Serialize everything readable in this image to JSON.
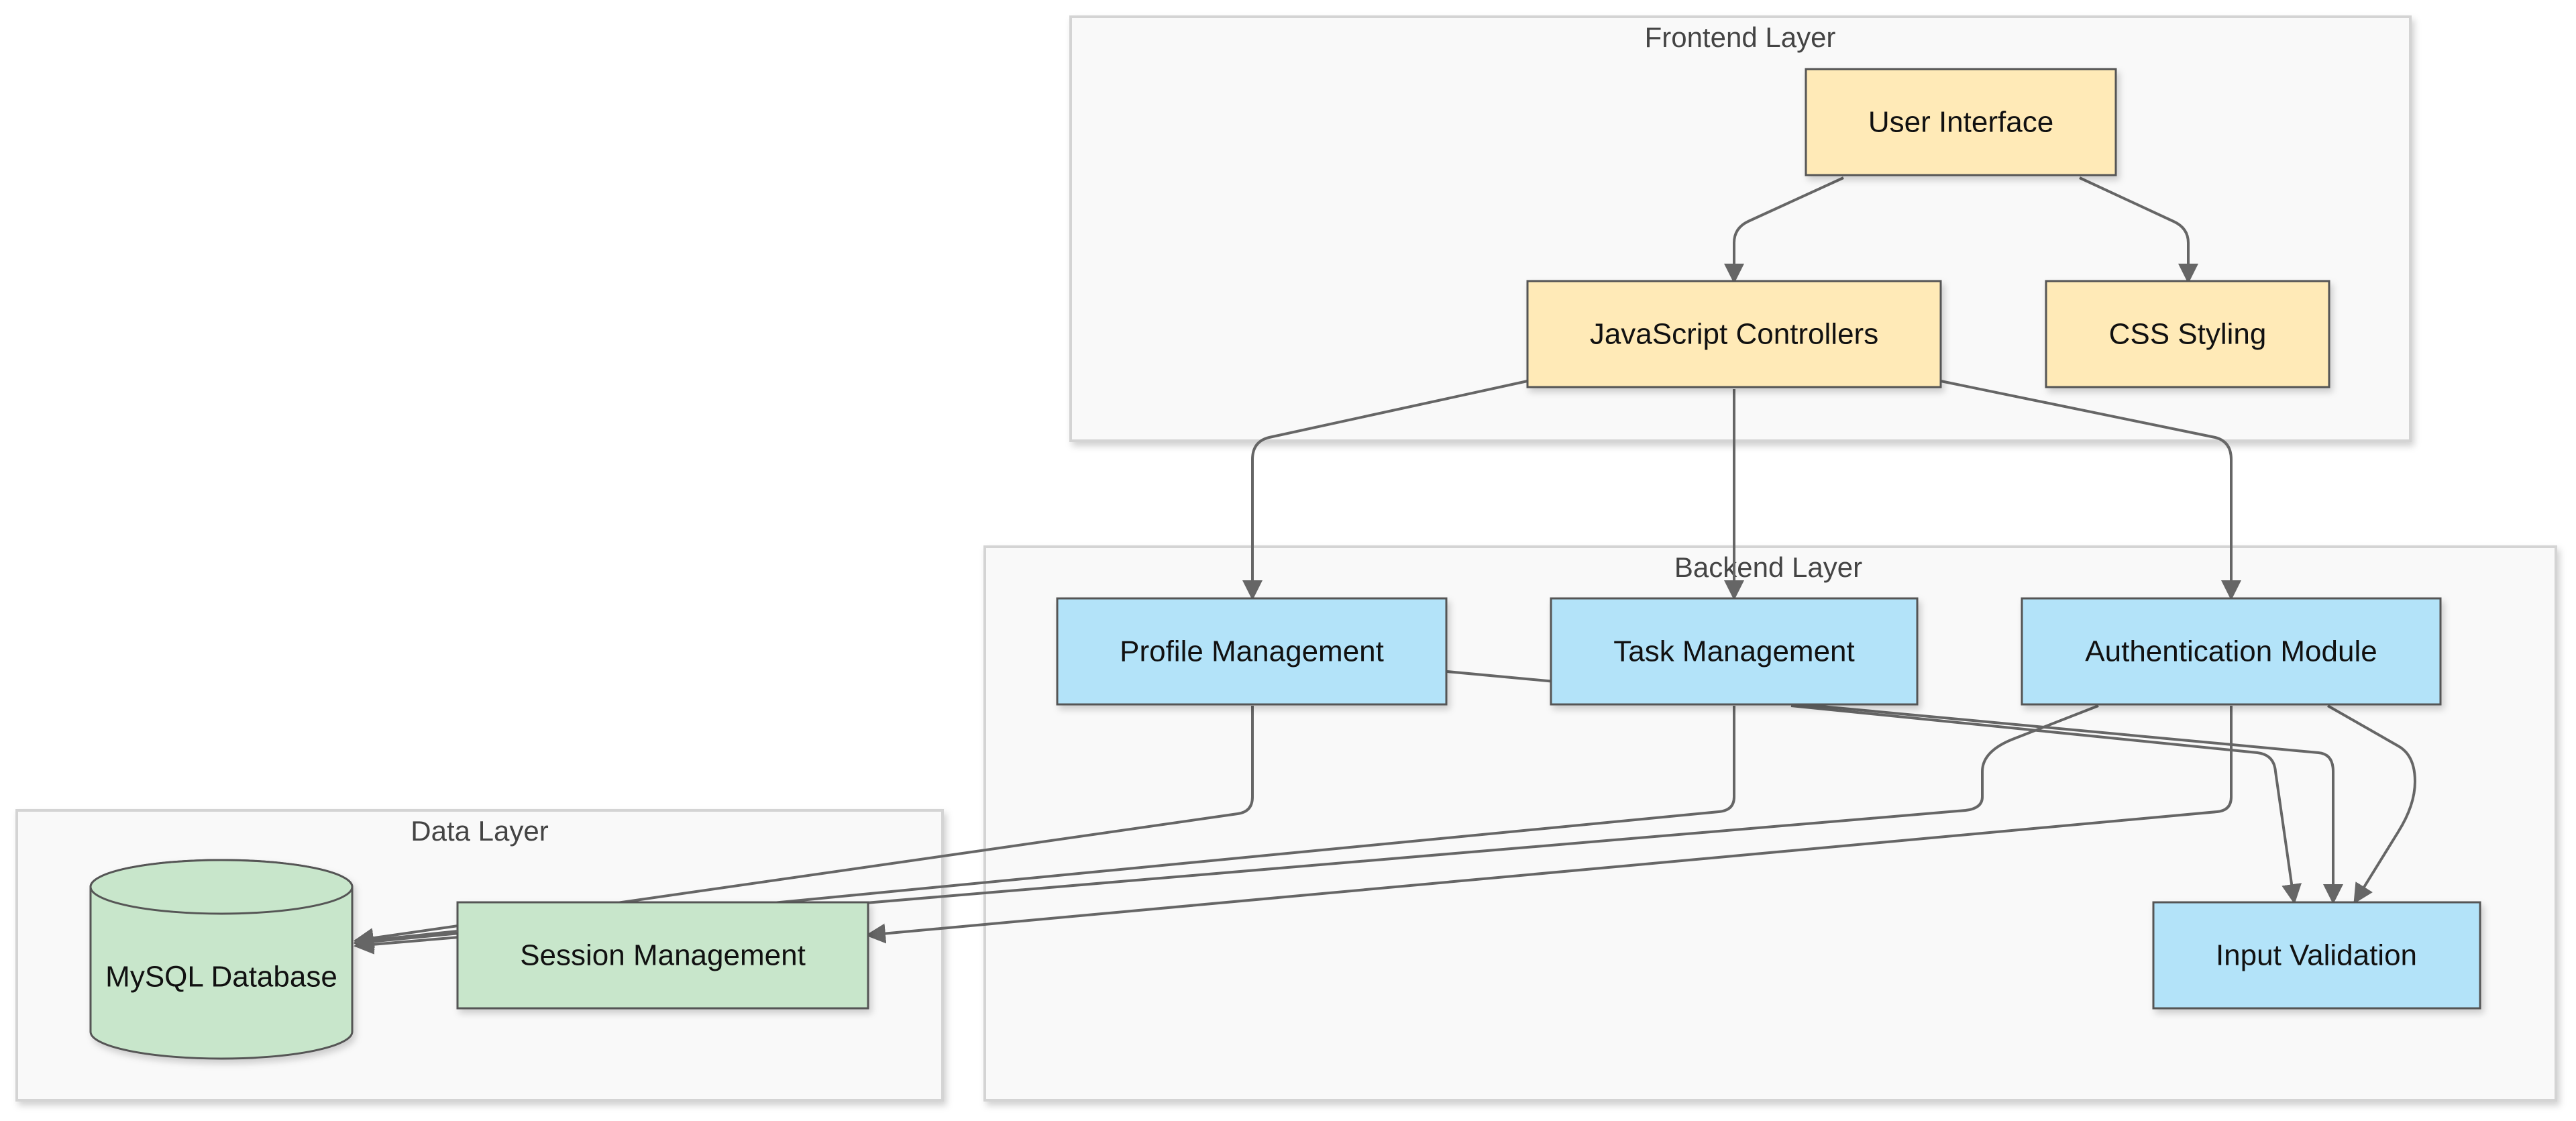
{
  "colors": {
    "frontend_fill": "#ffeab7",
    "backend_fill": "#b3e3f9",
    "data_fill": "#c8e6cb",
    "edge": "#666666",
    "layer_fill": "#f9f9f9",
    "layer_border": "#d4d4d4"
  },
  "layers": {
    "frontend": {
      "title": "Frontend Layer"
    },
    "backend": {
      "title": "Backend Layer"
    },
    "data": {
      "title": "Data Layer"
    }
  },
  "nodes": {
    "user_interface": {
      "label": "User Interface"
    },
    "javascript_controllers": {
      "label": "JavaScript Controllers"
    },
    "css_styling": {
      "label": "CSS Styling"
    },
    "profile_management": {
      "label": "Profile Management"
    },
    "task_management": {
      "label": "Task Management"
    },
    "authentication_module": {
      "label": "Authentication Module"
    },
    "input_validation": {
      "label": "Input Validation"
    },
    "mysql_database": {
      "label": "MySQL Database",
      "shape": "cylinder"
    },
    "session_management": {
      "label": "Session Management"
    }
  },
  "edges": [
    {
      "from": "User Interface",
      "to": "JavaScript Controllers"
    },
    {
      "from": "User Interface",
      "to": "CSS Styling"
    },
    {
      "from": "JavaScript Controllers",
      "to": "Profile Management"
    },
    {
      "from": "JavaScript Controllers",
      "to": "Task Management"
    },
    {
      "from": "JavaScript Controllers",
      "to": "Authentication Module"
    },
    {
      "from": "Profile Management",
      "to": "Input Validation"
    },
    {
      "from": "Task Management",
      "to": "Input Validation"
    },
    {
      "from": "Authentication Module",
      "to": "Input Validation"
    },
    {
      "from": "Profile Management",
      "to": "MySQL Database"
    },
    {
      "from": "Task Management",
      "to": "MySQL Database"
    },
    {
      "from": "Authentication Module",
      "to": "MySQL Database"
    },
    {
      "from": "Authentication Module",
      "to": "Session Management"
    }
  ]
}
